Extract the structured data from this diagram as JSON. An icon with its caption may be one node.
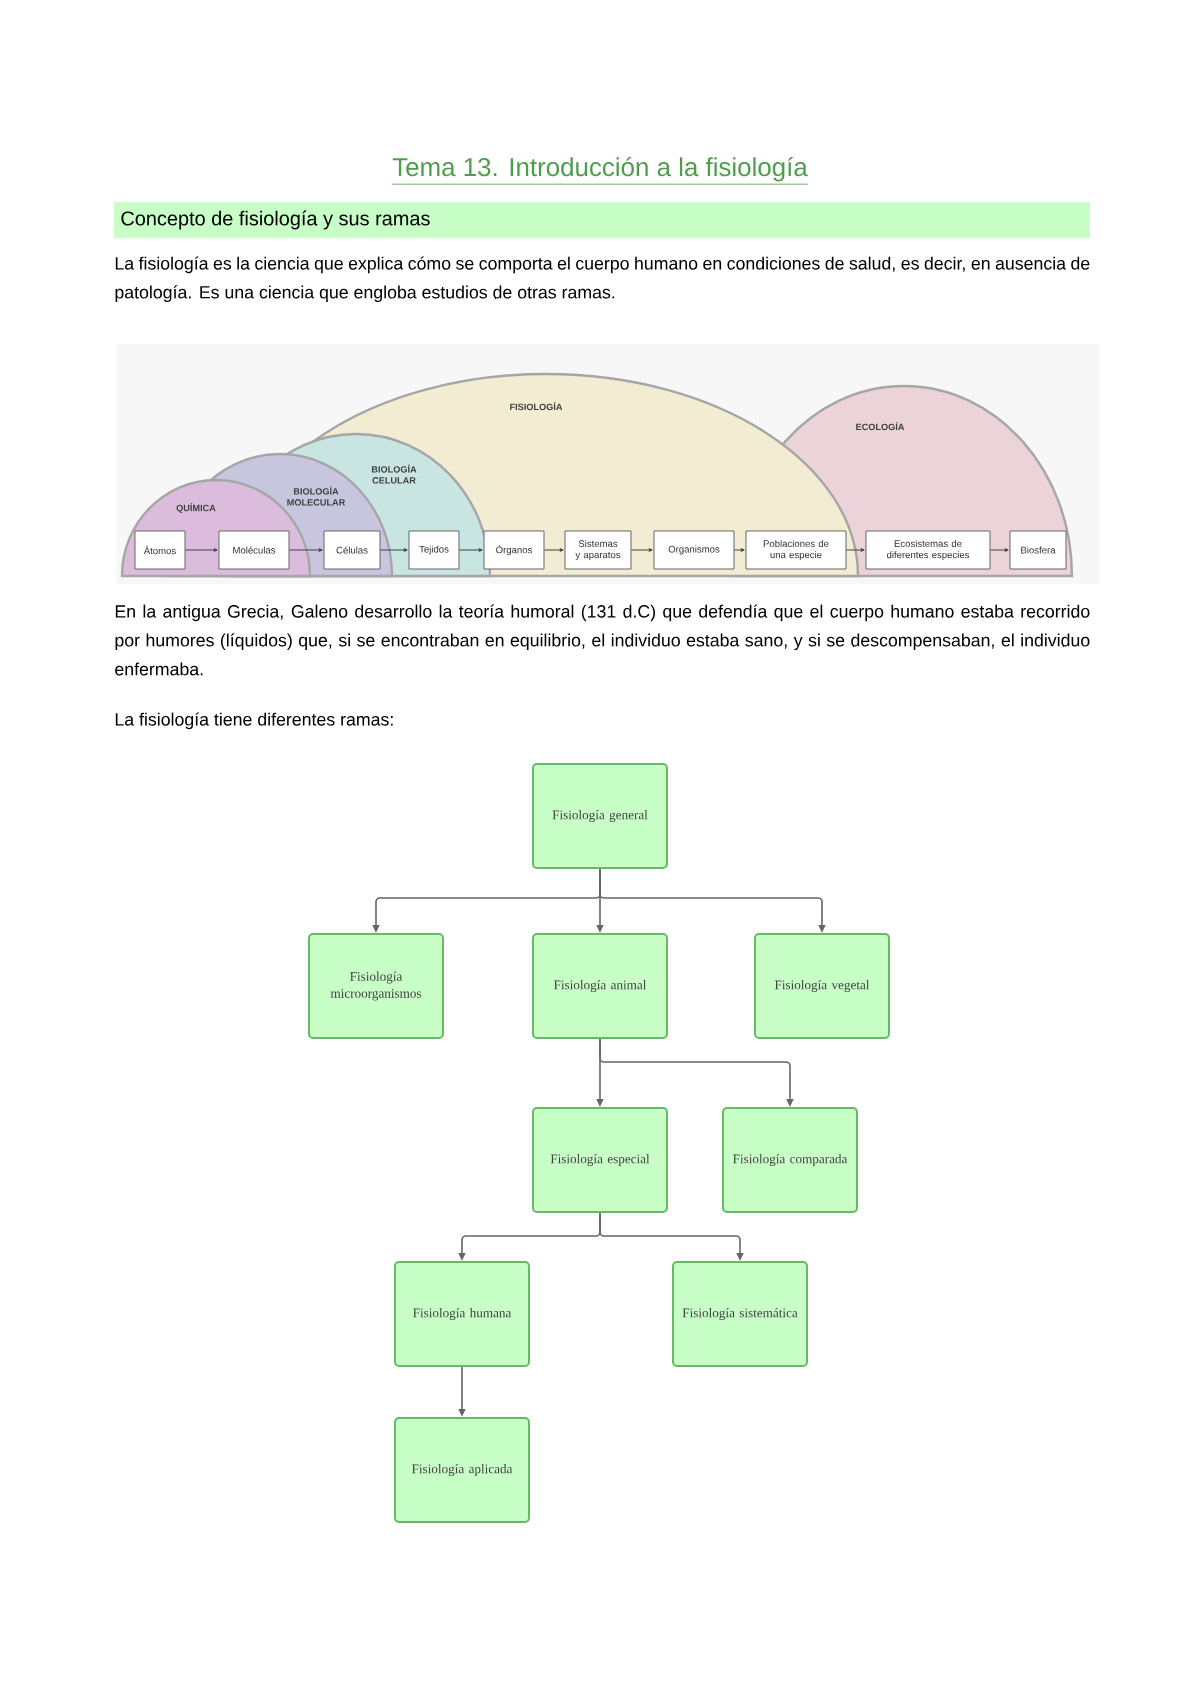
{
  "diagram": {
    "title": "Tema 13. Introducción a la fisiología",
    "nodes": [
      {
        "text": [
          "Átomos"
        ]
      },
      {
        "text": [
          "Moléculas"
        ]
      },
      {
        "text": [
          "Células"
        ]
      },
      {
        "text": [
          "Tejidos"
        ]
      },
      {
        "text": [
          "Órganos"
        ]
      },
      {
        "text": [
          "Sistemas y aparatos"
        ]
      },
      {
        "text": [
          "Organismos"
        ]
      },
      {
        "text": [
          "Poblaciones de una especie"
        ]
      },
      {
        "text": [
          "Ecosistemas de diferentes especies"
        ]
      },
      {
        "text": [
          "Biosfera"
        ]
      },
      {
        "text": [
          "Fisiología general"
        ]
      },
      {
        "text": [
          "Fisiología microorganismos"
        ]
      },
      {
        "text": [
          "Fisiología animal"
        ]
      },
      {
        "text": [
          "Fisiología vegetal"
        ]
      },
      {
        "text": [
          "Fisiología especial"
        ]
      },
      {
        "text": [
          "Fisiología comparada"
        ]
      },
      {
        "text": [
          "Fisiología humana"
        ]
      },
      {
        "text": [
          "Fisiología sistemática"
        ]
      },
      {
        "text": [
          "Fisiología aplicada"
        ]
      }
    ],
    "edges": [
      {
        "from": 0,
        "to": 1,
        "arrow": "to"
      },
      {
        "from": 1,
        "to": 2,
        "arrow": "to"
      },
      {
        "from": 2,
        "to": 3,
        "arrow": "to"
      },
      {
        "from": 3,
        "to": 4,
        "arrow": "to"
      },
      {
        "from": 4,
        "to": 5,
        "arrow": "to"
      },
      {
        "from": 5,
        "to": 6,
        "arrow": "to"
      },
      {
        "from": 6,
        "to": 7,
        "arrow": "to"
      },
      {
        "from": 7,
        "to": 8,
        "arrow": "to"
      },
      {
        "from": 8,
        "to": 9,
        "arrow": "to"
      },
      {
        "from": 10,
        "to": 11,
        "arrow": "to"
      },
      {
        "from": 10,
        "to": 12,
        "arrow": "to"
      },
      {
        "from": 10,
        "to": 13,
        "arrow": "to"
      },
      {
        "from": 12,
        "to": 14,
        "arrow": "to"
      },
      {
        "from": 12,
        "to": 15,
        "arrow": "to"
      },
      {
        "from": 14,
        "to": 16,
        "arrow": "to"
      },
      {
        "from": 14,
        "to": 17,
        "arrow": "to"
      },
      {
        "from": 16,
        "to": 18,
        "arrow": "to"
      }
    ],
    "labels": [
      "Concepto de fisiología y sus ramas",
      "La fisiología es la ciencia que explica cómo se comporta el cuerpo humano en condiciones de salud, es decir, en ausencia de patología. Es una ciencia que engloba estudios de otras ramas.",
      "FISIOLOGÍA",
      "ECOLOGÍA",
      "BIOLOGÍA CELULAR",
      "BIOLOGÍA MOLECULAR",
      "QUÍMICA",
      "En la antigua Grecia, Galeno desarrollo la teoría humoral (131 d.C) que defendía que el cuerpo humano estaba recorrido por humores (líquidos) que, si se encontraban en equilibrio, el individuo estaba sano, y si se descompensaban, el individuo enfermaba.",
      "La fisiología tiene diferentes ramas:"
    ]
  }
}
